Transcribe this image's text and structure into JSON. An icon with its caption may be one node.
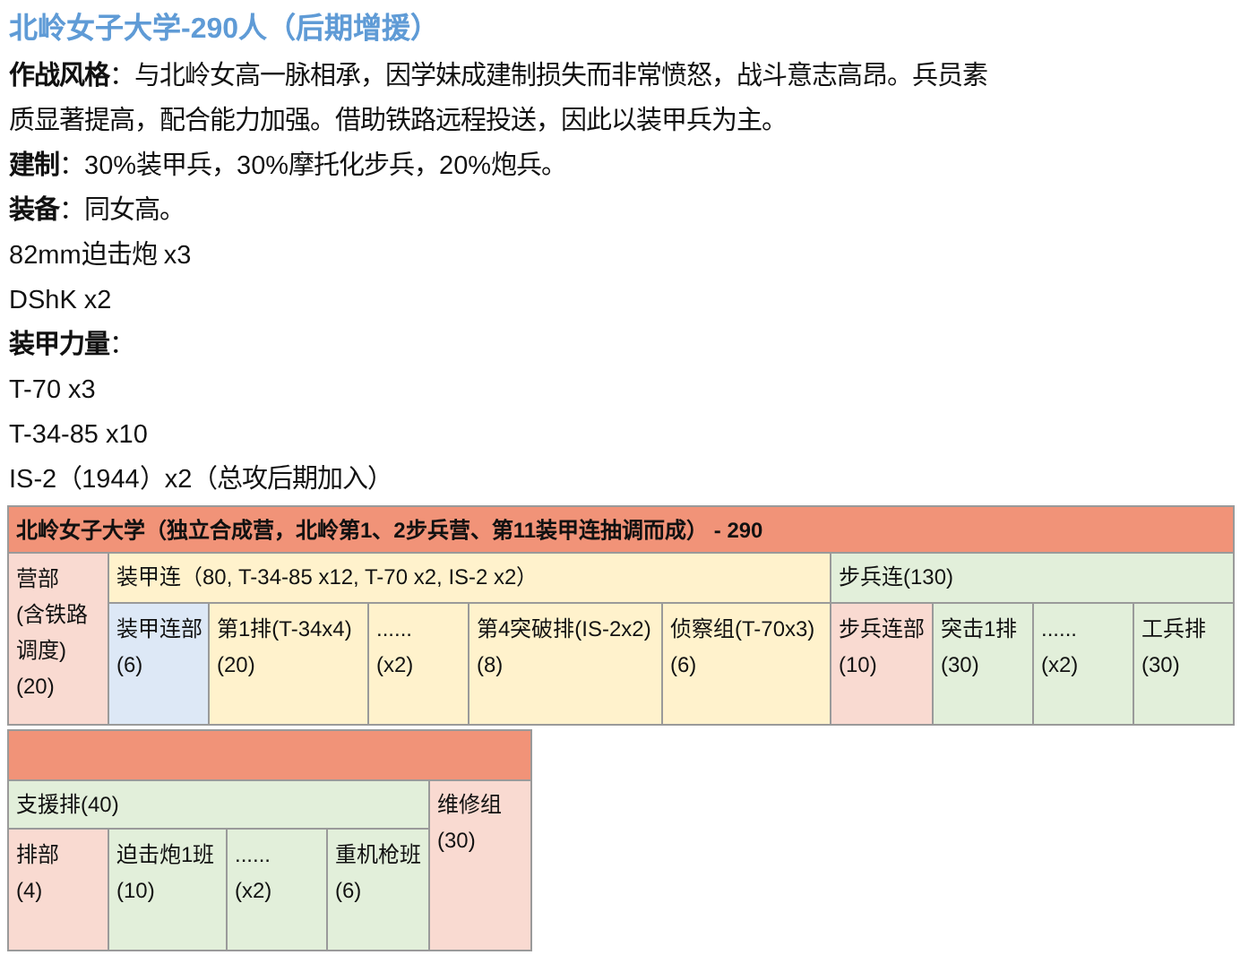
{
  "diagram": {
    "title": "北岭女子大学-290人（后期增援）",
    "nodes": [
      {
        "text": [
          "北岭女子大学（独立合成营，北岭第1、2步兵营、第11装甲连抽调而成） - 290"
        ]
      },
      {
        "text": [
          "营部",
          "(含铁路调度)",
          "(20)"
        ],
        "in": 0
      },
      {
        "text": [
          "装甲连（80, T-34-85 x12, T-70 x2, IS-2 x2）"
        ],
        "in": 0
      },
      {
        "text": [
          "装甲连部",
          "(6)"
        ],
        "in": 2
      },
      {
        "text": [
          "第1排(T-34x4)",
          "(20)"
        ],
        "in": 2
      },
      {
        "text": [
          "......",
          "(x2)"
        ],
        "in": 2
      },
      {
        "text": [
          "第4突破排(IS-2x2)",
          "(8)"
        ],
        "in": 2
      },
      {
        "text": [
          "侦察组(T-70x3)",
          "(6)"
        ],
        "in": 2
      },
      {
        "text": [
          "步兵连(130)"
        ],
        "in": 0
      },
      {
        "text": [
          "步兵连部",
          "(10)"
        ],
        "in": 8
      },
      {
        "text": [
          "突击1排",
          "(30)"
        ],
        "in": 8
      },
      {
        "text": [
          "......",
          "(x2)"
        ],
        "in": 8
      },
      {
        "text": [
          "工兵排",
          "(30)"
        ],
        "in": 8
      },
      {
        "text": [],
        "shape": "box"
      },
      {
        "text": [
          "支援排(40)"
        ],
        "in": 13
      },
      {
        "text": [
          "排部",
          "(4)"
        ],
        "in": 14
      },
      {
        "text": [
          "迫击炮1班",
          "(10)"
        ],
        "in": 14
      },
      {
        "text": [
          "......",
          "(x2)"
        ],
        "in": 14
      },
      {
        "text": [
          "重机枪班",
          "(6)"
        ],
        "in": 14
      },
      {
        "text": [
          "维修组",
          "(30)"
        ],
        "in": 13
      }
    ],
    "labels": [
      "**作战风格**：与北岭女高一脉相承，因学妹成建制损失而非常愤怒，战斗意志高昂。兵员素质显著提高，配合能力加强。借助铁路远程投送，因此以装甲兵为主。",
      "**建制**：30%装甲兵，30%摩托化步兵，20%炮兵。",
      "**装备**：同女高。",
      "82mm迫击炮 x3",
      "DShK x2",
      "**装甲力量**：",
      "T-70 x3",
      "T-34-85 x10",
      "IS-2（1944）x2（总攻后期加入）"
    ]
  }
}
